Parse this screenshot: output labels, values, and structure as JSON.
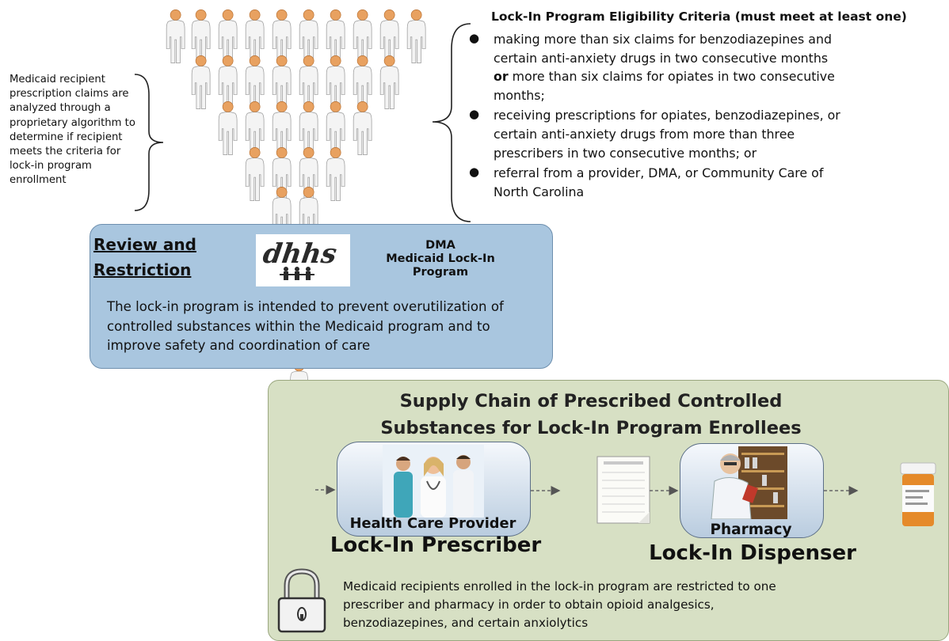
{
  "left_note": {
    "text": "Medicaid recipient prescription claims are analyzed through a proprietary algorithm to determine if recipient meets the criteria for lock-in program enrollment"
  },
  "criteria": {
    "title": "Lock-In Program Eligibility Criteria",
    "title_suffix": "(must meet at least one)",
    "items": [
      {
        "before": "making more than six claims for benzodiazepines and certain anti-anxiety drugs in two consecutive months ",
        "emphasis": "or",
        "after": " more than six claims for opiates in two consecutive months;"
      },
      {
        "before": "receiving prescriptions for opiates, benzodiazepines, or certain anti-anxiety drugs from more than three prescribers in two consecutive months; or",
        "emphasis": "",
        "after": ""
      },
      {
        "before": "referral from a provider, DMA, or Community Care of North Carolina",
        "emphasis": "",
        "after": ""
      }
    ]
  },
  "review": {
    "title_line1": "Review and",
    "title_line2": "Restriction",
    "logo_text": "dhhs",
    "dma_line1": "DMA",
    "dma_line2": "Medicaid Lock-In",
    "dma_line3": "Program",
    "description": "The lock-in program is intended to prevent overutilization of controlled substances within the Medicaid program and to improve safety and coordination of care"
  },
  "supply_chain": {
    "title_line1": "Supply Chain of Prescribed Controlled",
    "title_line2": "Substances for Lock-In Program Enrollees",
    "provider_label": "Health Care Provider",
    "prescriber_label": "Lock-In Prescriber",
    "pharmacy_label": "Pharmacy",
    "dispenser_label": "Lock-In Dispenser",
    "description": "Medicaid recipients enrolled in the lock-in program are restricted to one prescriber and pharmacy in order to obtain opioid analgesics, benzodiazepines, and certain anxiolytics"
  },
  "colors": {
    "review_box": "#a9c6df",
    "chain_box": "#d7e0c4",
    "person_head": "#e8a160",
    "person_body": "#f4f4f4"
  }
}
